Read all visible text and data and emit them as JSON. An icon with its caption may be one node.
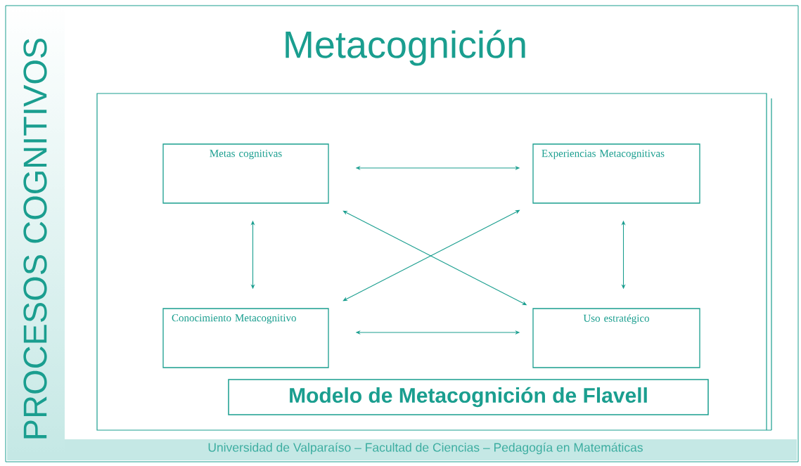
{
  "diagram": {
    "title": "Metacognición",
    "nodes": [
      {
        "text": [
          "Metas cognitivas"
        ]
      },
      {
        "text": [
          "Experiencias Metacognitivas"
        ]
      },
      {
        "text": [
          "Conocimiento Metacognitivo"
        ]
      },
      {
        "text": [
          "Uso estratégico"
        ]
      },
      {
        "text": [
          "Modelo de Metacognición de Flavell"
        ]
      }
    ],
    "edges": [
      {
        "from": 0,
        "to": 1,
        "arrow": "both"
      },
      {
        "from": 0,
        "to": 2,
        "arrow": "both"
      },
      {
        "from": 1,
        "to": 3,
        "arrow": "both"
      },
      {
        "from": 0,
        "to": 3,
        "arrow": "both"
      },
      {
        "from": 2,
        "to": 1,
        "arrow": "both"
      },
      {
        "from": 2,
        "to": 3,
        "arrow": "both"
      }
    ],
    "labels": [
      "PROCESOS COGNITIVOS",
      "Universidad de Valparaíso – Facultad de Ciencias – Pedagogía en Matemáticas"
    ]
  }
}
